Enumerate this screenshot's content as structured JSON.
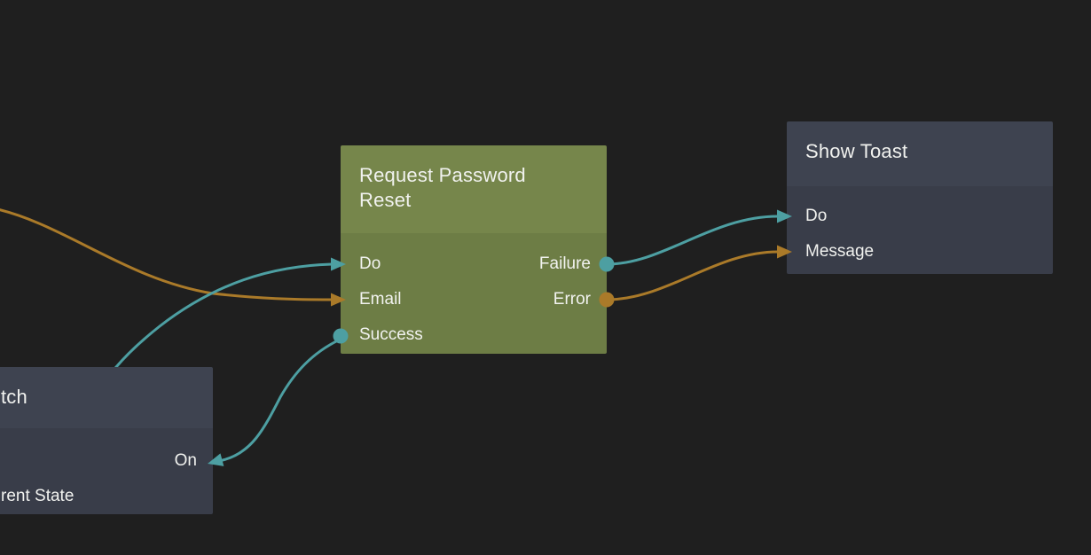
{
  "app": {
    "view": "visual-programming node graph canvas"
  },
  "colors": {
    "canvas-bg": "#1F1F1F",
    "text": "#F1F2EF",
    "wire-signal": "#4D9FA2",
    "wire-data": "#AA7A29",
    "node-green-header": "#76864B",
    "node-green-body": "#6D7D45",
    "node-slate-header": "#3E4350",
    "node-slate-body": "#393D49"
  },
  "nodes": {
    "request_password_reset": {
      "title": "Request Password Reset",
      "left_ports": [
        "Do",
        "Email",
        "Success"
      ],
      "right_ports": [
        "Failure",
        "Error"
      ]
    },
    "show_toast": {
      "title": "Show Toast",
      "left_ports": [
        "Do",
        "Message"
      ]
    },
    "switch_partial": {
      "title_visible_fragment": "tch",
      "right_ports": [
        "On"
      ],
      "left_port_visible_fragment": "rent State"
    }
  },
  "connections": [
    {
      "from": "off-screen left",
      "to": "Request Password Reset.Email",
      "type": "data"
    },
    {
      "from": "hidden behind partial node",
      "to": "Request Password Reset.Do",
      "type": "signal"
    },
    {
      "from": "Request Password Reset.Success",
      "to": "partial node.On",
      "type": "signal"
    },
    {
      "from": "Request Password Reset.Failure",
      "to": "Show Toast.Do",
      "type": "signal"
    },
    {
      "from": "Request Password Reset.Error",
      "to": "Show Toast.Message",
      "type": "data"
    }
  ]
}
